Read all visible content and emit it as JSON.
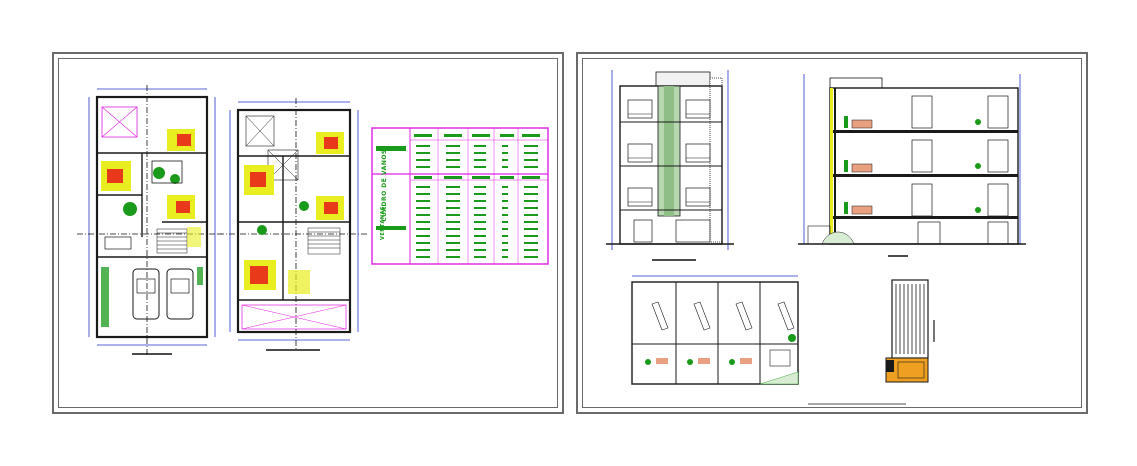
{
  "drawing": {
    "sheet_left": {
      "name": "floor-plans-sheet"
    },
    "sheet_right": {
      "name": "elevations-sections-sheet"
    },
    "table": {
      "title_top": "CUADRO DE VANOS",
      "title_bottom": "VENTANAS",
      "border_color": "#e020e0",
      "text_color": "#1a9a1a"
    },
    "colors": {
      "frame": "#6a6a6a",
      "wall": "#1a1a1a",
      "dimension": "#2233cc",
      "fill_yellow": "#e8ee20",
      "fill_red": "#e83a1a",
      "fill_magenta": "#e020e0",
      "fill_green": "#1a9a1a",
      "roof_orange": "#f0a020"
    }
  }
}
